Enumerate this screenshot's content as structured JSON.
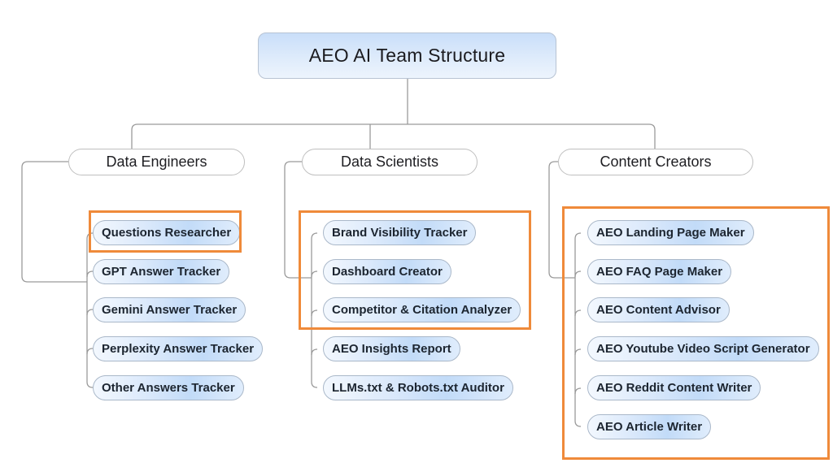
{
  "diagram": {
    "title": "AEO AI Team Structure",
    "highlight_color": "#ef8a3a",
    "groups": [
      {
        "label": "Data Engineers",
        "members": [
          "Questions Researcher",
          "GPT Answer Tracker",
          "Gemini Answer Tracker",
          "Perplexity Answer Tracker",
          "Other Answers Tracker"
        ],
        "highlighted_members": [
          "Questions Researcher"
        ]
      },
      {
        "label": "Data Scientists",
        "members": [
          "Brand Visibility Tracker",
          "Dashboard Creator",
          "Competitor & Citation Analyzer",
          "AEO Insights Report",
          "LLMs.txt & Robots.txt Auditor"
        ],
        "highlighted_members": [
          "Brand Visibility Tracker",
          "Dashboard Creator",
          "Competitor & Citation Analyzer"
        ]
      },
      {
        "label": "Content Creators",
        "members": [
          "AEO Landing Page Maker",
          "AEO FAQ Page Maker",
          "AEO Content Advisor",
          "AEO Youtube Video Script Generator",
          "AEO Reddit Content Writer",
          "AEO Article Writer"
        ],
        "highlighted_members": [
          "AEO Landing Page Maker",
          "AEO FAQ Page Maker",
          "AEO Content Advisor",
          "AEO Youtube Video Script Generator",
          "AEO Reddit Content Writer",
          "AEO Article Writer"
        ]
      }
    ]
  }
}
